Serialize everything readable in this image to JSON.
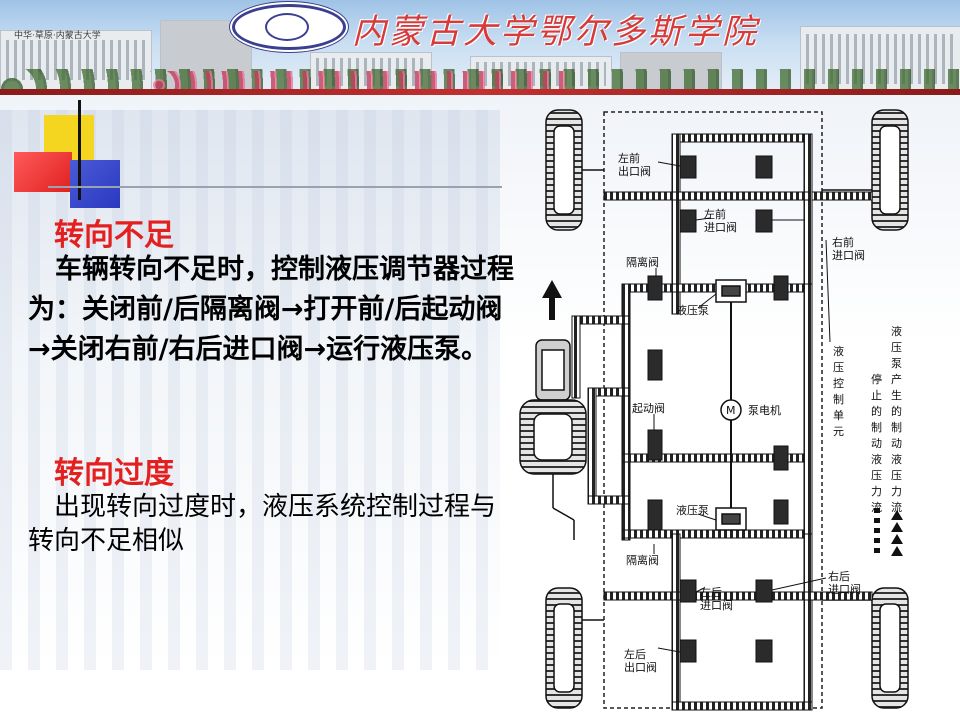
{
  "banner": {
    "title": "内蒙古大学鄂尔多斯学院",
    "motto": "中华·草原·内蒙古大学"
  },
  "sections": [
    {
      "heading": "转向不足",
      "paragraph": "　车辆转向不足时，控制液压调节器过程为：关闭前/后隔离阀→打开前/后起动阀→关闭右前/右后进口阀→运行液压泵。"
    },
    {
      "heading": "转向过度",
      "paragraph": "　出现转向过度时，液压系统控制过程与转向不足相似"
    }
  ],
  "diagram": {
    "labels": {
      "lf_outlet": "左前\n出口阀",
      "lf_inlet": "左前\n进口阀",
      "rf_inlet": "右前\n进口阀",
      "isolation_top": "隔离阀",
      "pump_top": "液压泵",
      "start_valve": "起动阀",
      "motor_symbol": "M",
      "pump_motor": "泵电机",
      "pump_bottom": "液压泵",
      "isolation_bottom": "隔离阀",
      "lr_inlet": "左后\n进口阀",
      "rr_inlet": "右后\n进口阀",
      "lr_outlet": "左后\n出口阀",
      "hcu": "液压控制单元",
      "flow_stop": "停止的制动液压力流",
      "flow_generated": "液压泵产生的制动液压力流"
    }
  },
  "colors": {
    "heading": "#e3201f",
    "body_text": "#000000",
    "accent_yellow": "#f4d520",
    "accent_red": "#e02020",
    "accent_blue": "#2a39c0"
  }
}
